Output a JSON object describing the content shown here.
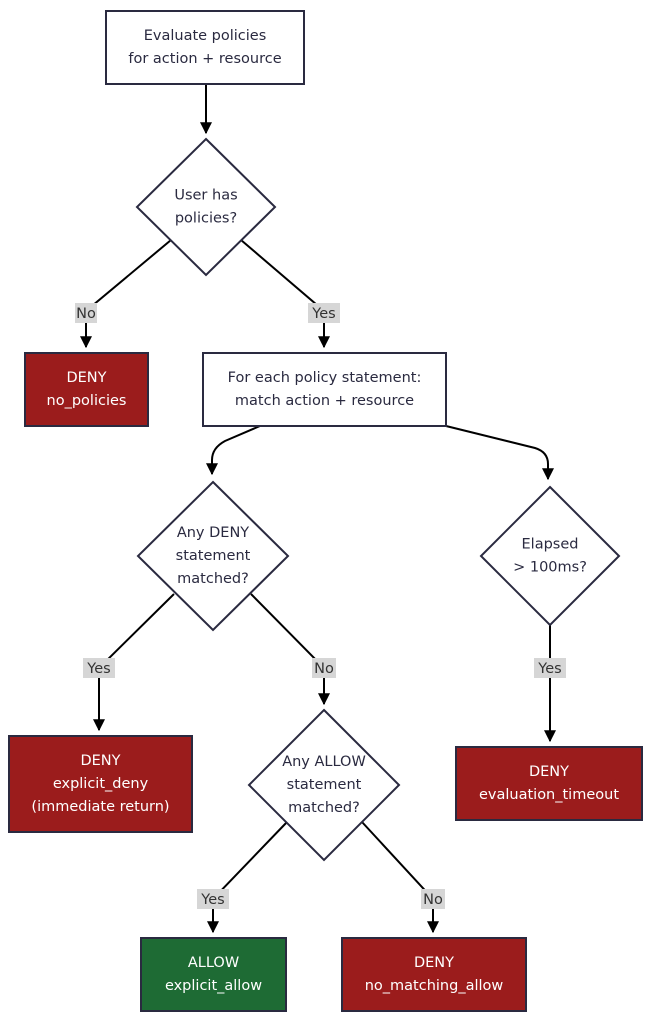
{
  "colors": {
    "process_fill": "#ffffff",
    "process_stroke": "#2a2a40",
    "process_text": "#2a2a40",
    "deny_fill": "#9b1c1c",
    "deny_stroke": "#2a2a40",
    "allow_fill": "#1e6b34",
    "allow_stroke": "#2a2a40",
    "terminal_text": "#ffffff",
    "edge": "#000000",
    "edge_label_bg": "#d6d6d6",
    "edge_label_text": "#333333"
  },
  "nodes": {
    "start": {
      "kind": "process",
      "lines": [
        "Evaluate policies",
        "for action + resource"
      ]
    },
    "user_has_policies": {
      "kind": "decision",
      "lines": [
        "User has",
        "policies?"
      ]
    },
    "deny_no_policies": {
      "kind": "deny",
      "lines": [
        "DENY",
        "no_policies"
      ]
    },
    "for_each_statement": {
      "kind": "process",
      "lines": [
        "For each policy statement:",
        "match action + resource"
      ]
    },
    "any_deny": {
      "kind": "decision",
      "lines": [
        "Any DENY",
        "statement",
        "matched?"
      ]
    },
    "elapsed": {
      "kind": "decision",
      "lines": [
        "Elapsed",
        "> 100ms?"
      ]
    },
    "deny_explicit": {
      "kind": "deny",
      "lines": [
        "DENY",
        "explicit_deny",
        "(immediate return)"
      ]
    },
    "any_allow": {
      "kind": "decision",
      "lines": [
        "Any ALLOW",
        "statement",
        "matched?"
      ]
    },
    "deny_timeout": {
      "kind": "deny",
      "lines": [
        "DENY",
        "evaluation_timeout"
      ]
    },
    "allow_explicit": {
      "kind": "allow",
      "lines": [
        "ALLOW",
        "explicit_allow"
      ]
    },
    "deny_no_matching": {
      "kind": "deny",
      "lines": [
        "DENY",
        "no_matching_allow"
      ]
    }
  },
  "edges": [
    {
      "from": "start",
      "to": "user_has_policies",
      "label": ""
    },
    {
      "from": "user_has_policies",
      "to": "deny_no_policies",
      "label": "No"
    },
    {
      "from": "user_has_policies",
      "to": "for_each_statement",
      "label": "Yes"
    },
    {
      "from": "for_each_statement",
      "to": "any_deny",
      "label": ""
    },
    {
      "from": "for_each_statement",
      "to": "elapsed",
      "label": ""
    },
    {
      "from": "any_deny",
      "to": "deny_explicit",
      "label": "Yes"
    },
    {
      "from": "any_deny",
      "to": "any_allow",
      "label": "No"
    },
    {
      "from": "elapsed",
      "to": "deny_timeout",
      "label": "Yes"
    },
    {
      "from": "any_allow",
      "to": "allow_explicit",
      "label": "Yes"
    },
    {
      "from": "any_allow",
      "to": "deny_no_matching",
      "label": "No"
    }
  ]
}
